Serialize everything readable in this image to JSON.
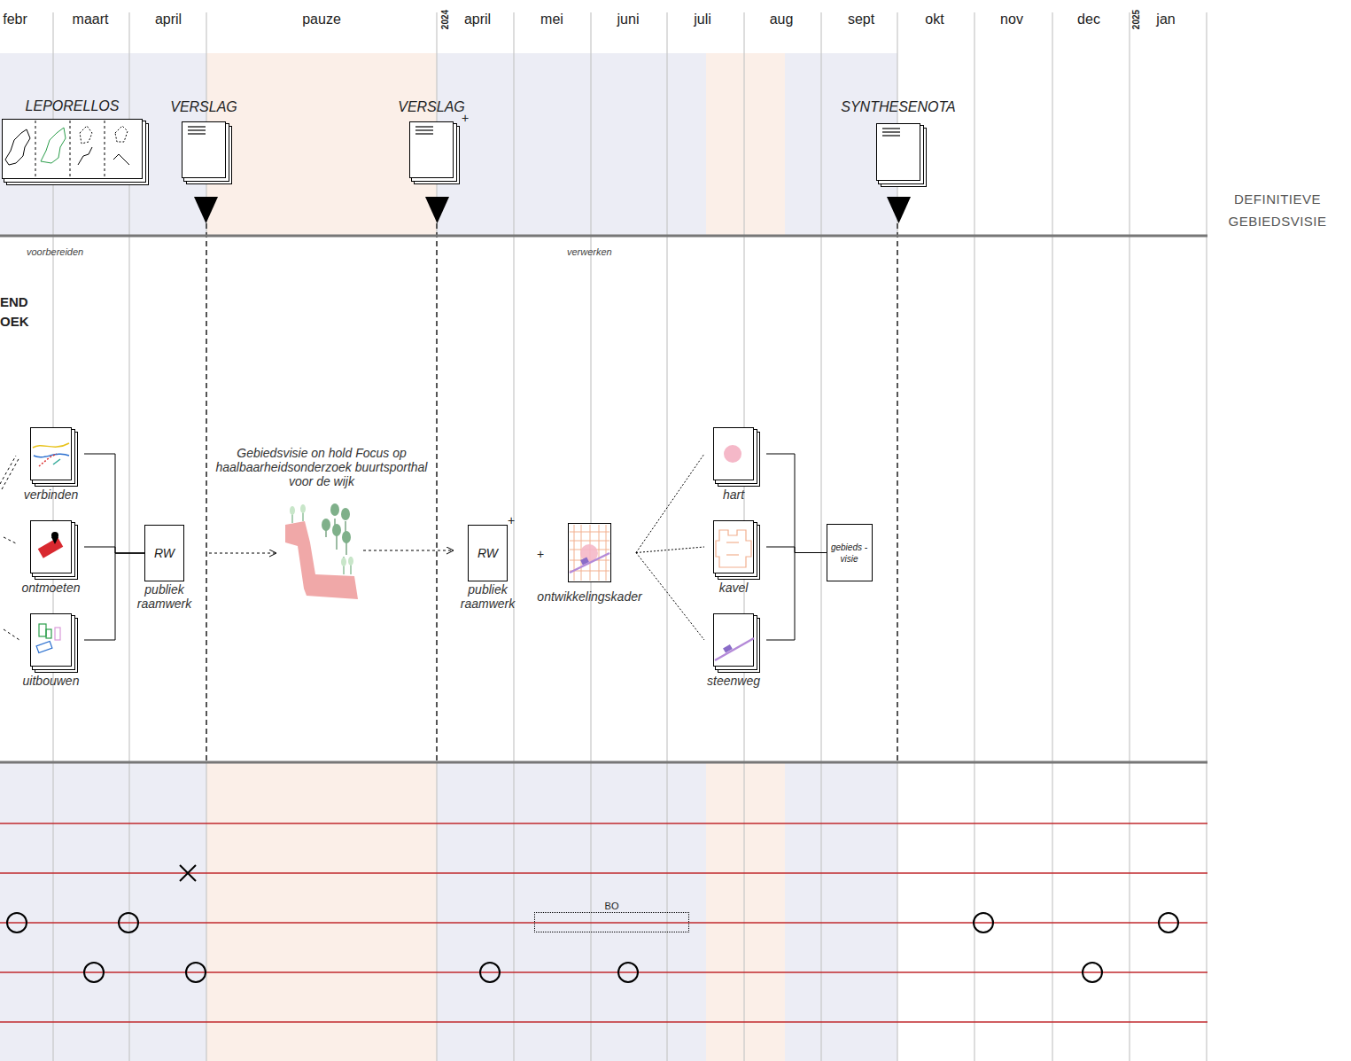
{
  "diagram": {
    "nodes": [
      {
        "text": [
          "LEPORELLOS"
        ]
      },
      {
        "text": [
          "VERSLAG"
        ]
      },
      {
        "text": [
          "VERSLAG"
        ]
      },
      {
        "text": [
          "SYNTHESENOTA"
        ]
      },
      {
        "text": [
          "verbinden"
        ]
      },
      {
        "text": [
          "ontmoeten"
        ]
      },
      {
        "text": [
          "uitbouwen"
        ]
      },
      {
        "text": [
          "RW",
          "publiek raamwerk"
        ]
      },
      {
        "text": [
          "Gebiedsvisie on hold Focus op haalbaarheidsonderzoek buurtsporthal voor de wijk"
        ]
      },
      {
        "text": [
          "RW",
          "publiek raamwerk"
        ]
      },
      {
        "text": [
          "ontwikkelingskader"
        ]
      },
      {
        "text": [
          "hart"
        ]
      },
      {
        "text": [
          "kavel"
        ]
      },
      {
        "text": [
          "steenweg"
        ]
      },
      {
        "text": [
          "gebieds -visie"
        ]
      },
      {
        "text": [
          "BO"
        ]
      }
    ],
    "edges": [
      {
        "from": 4,
        "to": 7,
        "arrow": "none"
      },
      {
        "from": 5,
        "to": 7,
        "arrow": "none"
      },
      {
        "from": 6,
        "to": 7,
        "arrow": "none"
      },
      {
        "from": 7,
        "to": 8,
        "arrow": "to"
      },
      {
        "from": 8,
        "to": 9,
        "arrow": "to"
      },
      {
        "from": 10,
        "to": 11,
        "arrow": "none"
      },
      {
        "from": 10,
        "to": 12,
        "arrow": "none"
      },
      {
        "from": 10,
        "to": 13,
        "arrow": "none"
      },
      {
        "from": 11,
        "to": 14,
        "arrow": "none"
      },
      {
        "from": 12,
        "to": 14,
        "arrow": "none"
      },
      {
        "from": 13,
        "to": 14,
        "arrow": "none"
      }
    ],
    "labels": [
      "febr",
      "maart",
      "april",
      "pauze",
      "2024",
      "april",
      "mei",
      "juni",
      "juli",
      "aug",
      "sept",
      "okt",
      "nov",
      "dec",
      "2025",
      "jan",
      "+",
      "DEFINITIEVE GEBIEDSVISIE",
      "voorbereiden",
      "verwerken",
      "END",
      "OEK",
      "+",
      "+"
    ]
  }
}
